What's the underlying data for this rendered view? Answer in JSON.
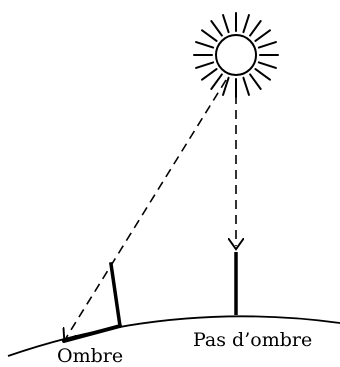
{
  "diagram": {
    "labels": {
      "shadow": "Ombre",
      "no_shadow": "Pas d’ombre"
    },
    "style": {
      "stroke_color": "#000000",
      "background": "#ffffff"
    },
    "elements": {
      "sun_icon": "sun-icon",
      "ray_style": "dashed",
      "ground": "curved-earth-surface"
    }
  }
}
